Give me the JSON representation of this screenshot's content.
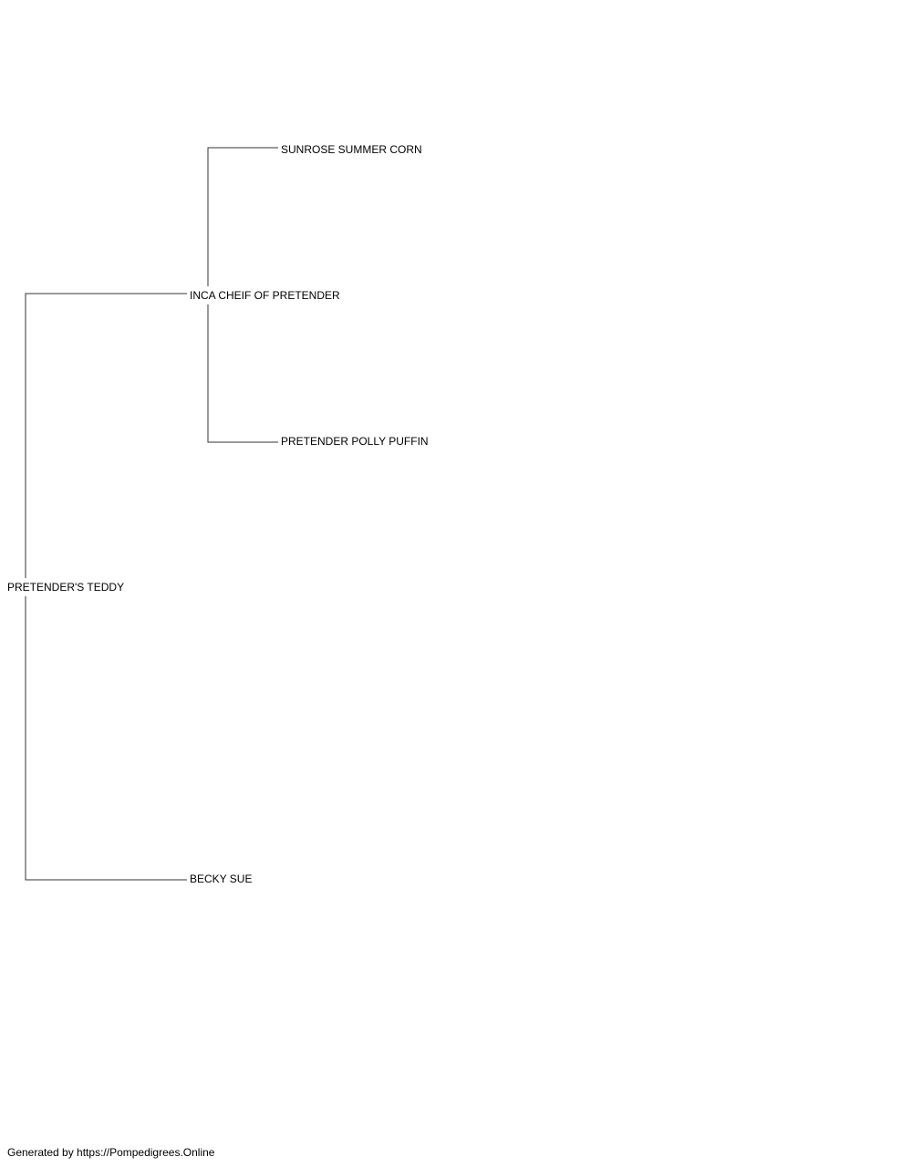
{
  "pedigree": {
    "subject": "PRETENDER'S TEDDY",
    "sire": "INCA CHEIF OF PRETENDER",
    "dam": "BECKY SUE",
    "sire_sire": "SUNROSE SUMMER CORN",
    "sire_dam": "PRETENDER POLLY PUFFIN"
  },
  "footer": {
    "text": "Generated by https://Pompedigrees.Online"
  },
  "colors": {
    "line": "#333333",
    "text": "#000000",
    "background": "#ffffff"
  }
}
